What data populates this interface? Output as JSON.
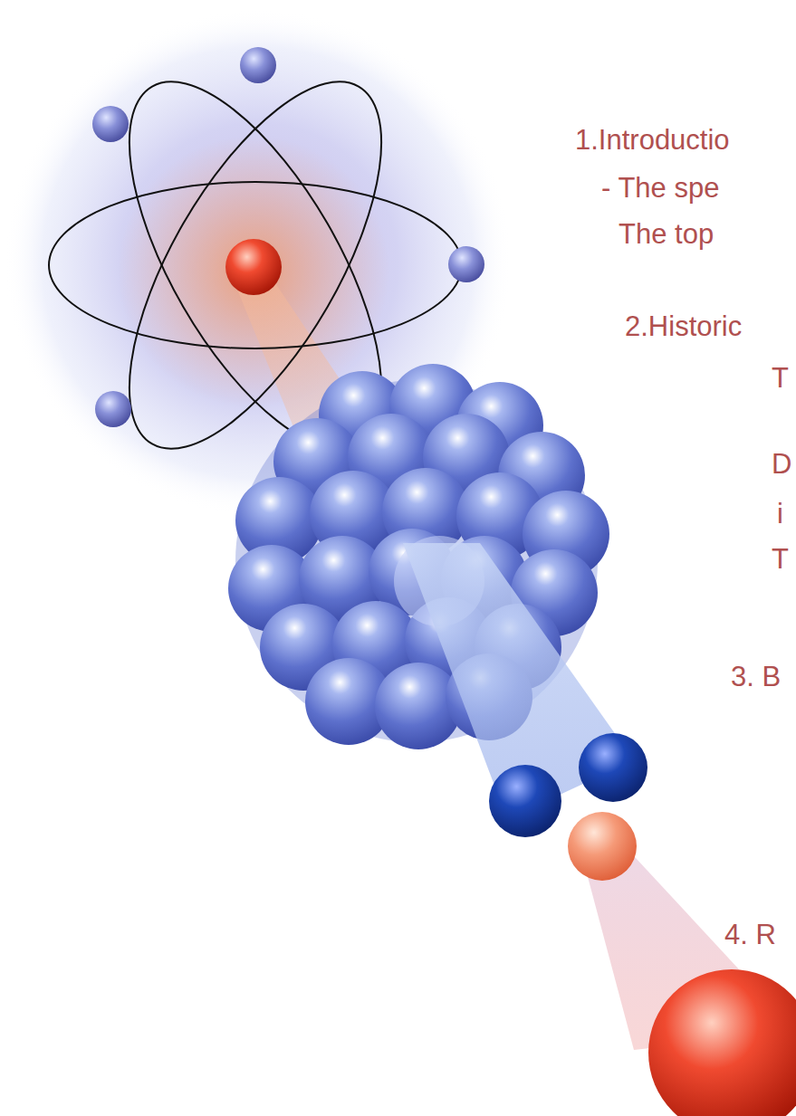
{
  "diagram": {
    "labels": [
      "1.Introductio",
      "- The spe",
      "The top",
      "2.Historic",
      "T",
      "D",
      "i",
      "T",
      "3. B",
      "4. R"
    ]
  }
}
